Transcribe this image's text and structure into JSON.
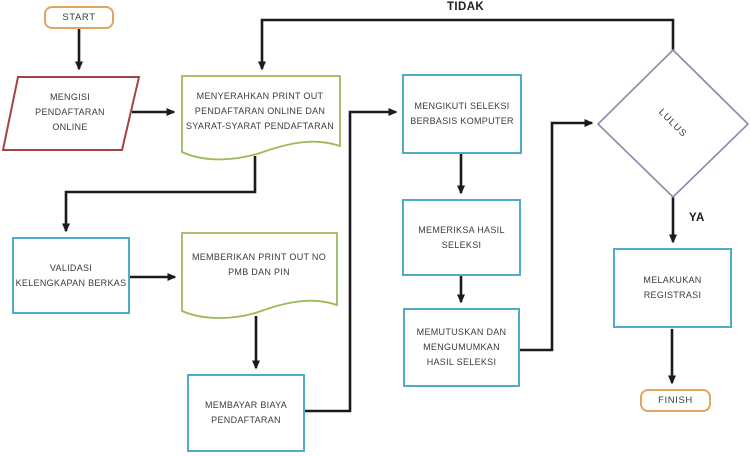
{
  "diagram": {
    "colors": {
      "terminator": "#E2A45E",
      "io": "#A34444",
      "document": "#9BBB59",
      "process": "#4FACC6",
      "decision": "#9184AD",
      "connector": "#1B1B1B"
    },
    "branch_labels": {
      "tidak": "TIDAK",
      "ya": "YA"
    },
    "nodes": {
      "start": {
        "label": "START"
      },
      "mengisi": {
        "lines": [
          "MENGISI",
          "PENDAFTARAN",
          "ONLINE"
        ]
      },
      "menyerahkan": {
        "lines": [
          "MENYERAHKAN PRINT OUT",
          "PENDAFTARAN ONLINE DAN",
          "SYARAT-SYARAT PENDAFTARAN"
        ]
      },
      "mengikuti": {
        "lines": [
          "MENGIKUTI SELEKSI",
          "BERBASIS KOMPUTER"
        ]
      },
      "lulus": {
        "label": "LULUS"
      },
      "validasi": {
        "lines": [
          "VALIDASI",
          "KELENGKAPAN BERKAS"
        ]
      },
      "memberikan": {
        "lines": [
          "MEMBERIKAN PRINT OUT NO",
          "PMB DAN PIN"
        ]
      },
      "membayar": {
        "lines": [
          "MEMBAYAR BIAYA",
          "PENDAFTARAN"
        ]
      },
      "memeriksa": {
        "lines": [
          "MEMERIKSA HASIL",
          "SELEKSI"
        ]
      },
      "memutuskan": {
        "lines": [
          "MEMUTUSKAN DAN",
          "MENGUMUMKAN",
          "HASIL SELEKSI"
        ]
      },
      "melakukan": {
        "lines": [
          "MELAKUKAN",
          "REGISTRASI"
        ]
      },
      "finish": {
        "label": "FINISH"
      }
    }
  }
}
